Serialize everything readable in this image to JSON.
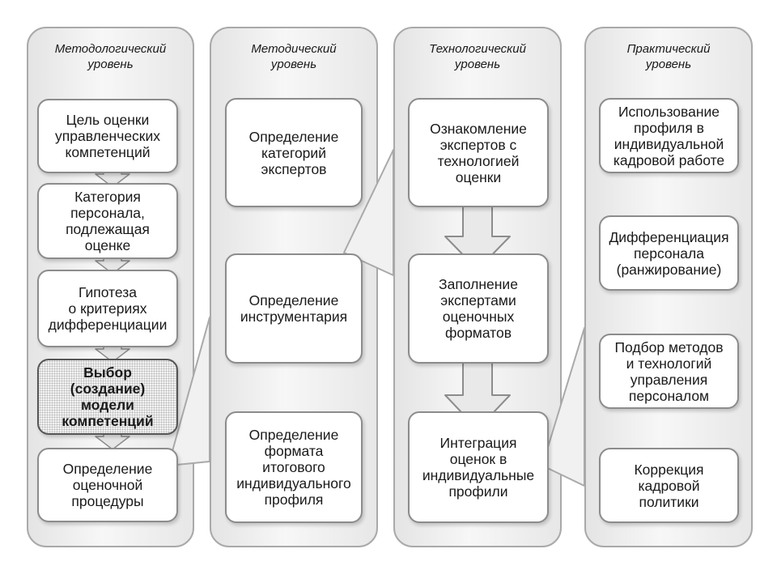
{
  "columns": [
    {
      "title": "Методологический\nуровень",
      "boxes": [
        "Цель оценки\nуправленческих\nкомпетенций",
        "Категория\nперсонала,\nподлежащая\nоценке",
        "Гипотеза\nо  критериях\nдифференциации",
        "Выбор\n(создание)\nмодели\nкомпетенций",
        "Определение\nоценочной\nпроцедуры"
      ]
    },
    {
      "title": "Методический\nуровень",
      "boxes": [
        "Определение\nкатегорий\nэкспертов",
        "Определение\nинструментария",
        "Определение\nформата\nитогового\nиндивидуального\nпрофиля"
      ]
    },
    {
      "title": "Технологический\nуровень",
      "boxes": [
        "Ознакомление\nэкспертов с\nтехнологией\nоценки",
        "Заполнение\nэкспертами\nоценочных\nформатов",
        "Интеграция\nоценок в\nиндивидуальные\nпрофили"
      ]
    },
    {
      "title": "Практический\nуровень",
      "boxes": [
        "Использование\nпрофиля в\nиндивидуальной\nкадровой работе",
        "Дифференциация\nперсонала\n(ранжирование)",
        "Подбор методов\nи технологий\nуправления\nперсоналом",
        "Коррекция\nкадровой\nполитики"
      ]
    }
  ]
}
